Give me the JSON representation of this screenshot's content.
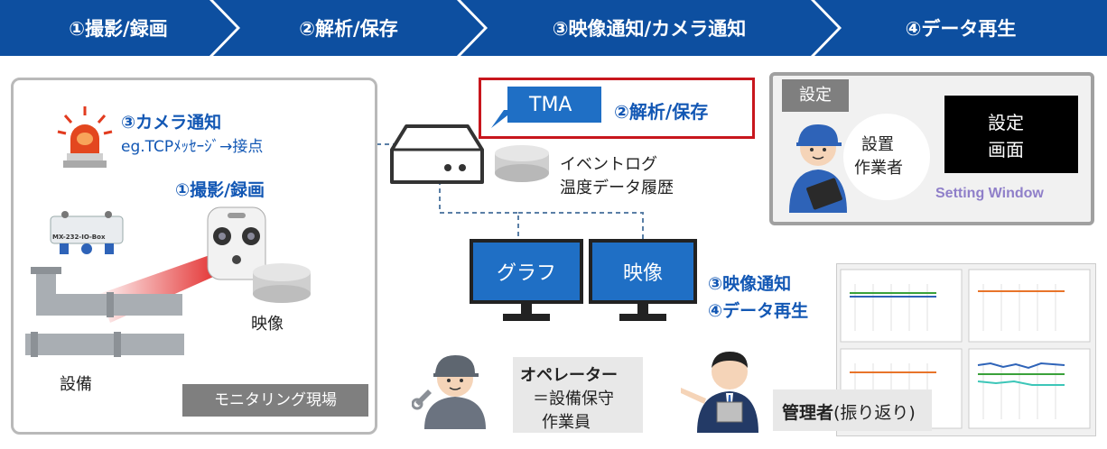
{
  "steps": [
    {
      "label": "①撮影/録画"
    },
    {
      "label": "②解析/保存"
    },
    {
      "label": "③映像通知/カメラ通知"
    },
    {
      "label": "④データ再生"
    }
  ],
  "site": {
    "camera_notify_title": "③カメラ通知",
    "camera_notify_sub": "eg.TCPﾒｯｾｰｼﾞ→接点",
    "capture_label": "①撮影/録画",
    "io_box_label": "MX-232-IO-Box",
    "video_label": "映像",
    "equipment_label": "設備",
    "site_tag": "モニタリング現場"
  },
  "server": {
    "tma_label": "TMA",
    "analyze_label": "②解析/保存",
    "db_line1": "イベントログ",
    "db_line2": "温度データ履歴"
  },
  "monitors": {
    "graph_label": "グラフ",
    "video_label": "映像"
  },
  "operator": {
    "title": "オペレーター",
    "line2": "＝設備保守",
    "line3": "作業員"
  },
  "notify": {
    "line1": "③映像通知",
    "line2": "④データ再生"
  },
  "manager": {
    "title_bold": "管理者",
    "title_rest": "(振り返り)"
  },
  "settings": {
    "tag": "設定",
    "worker_line1": "設置",
    "worker_line2": "作業者",
    "screen_line1": "設定",
    "screen_line2": "画面",
    "window_label": "Setting Window"
  },
  "colors": {
    "banner": "#0d4fa0",
    "accent_blue": "#1257b4",
    "tma_red": "#c8161d",
    "setting_purple": "#8f7fc9"
  }
}
